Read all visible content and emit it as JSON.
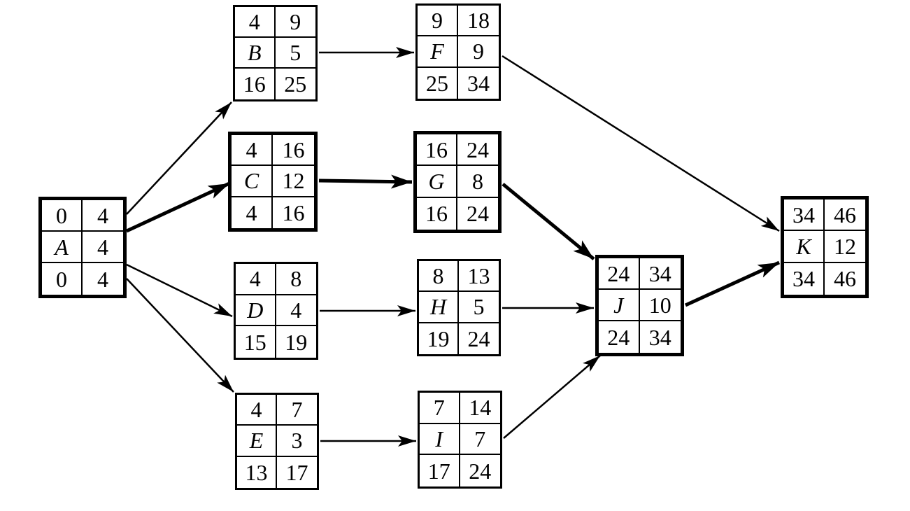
{
  "nodes": {
    "A": {
      "es": "0",
      "ef": "4",
      "name": "A",
      "dur": "4",
      "ls": "0",
      "lf": "4",
      "critical": true
    },
    "B": {
      "es": "4",
      "ef": "9",
      "name": "B",
      "dur": "5",
      "ls": "16",
      "lf": "25",
      "critical": false
    },
    "C": {
      "es": "4",
      "ef": "16",
      "name": "C",
      "dur": "12",
      "ls": "4",
      "lf": "16",
      "critical": true
    },
    "D": {
      "es": "4",
      "ef": "8",
      "name": "D",
      "dur": "4",
      "ls": "15",
      "lf": "19",
      "critical": false
    },
    "E": {
      "es": "4",
      "ef": "7",
      "name": "E",
      "dur": "3",
      "ls": "13",
      "lf": "17",
      "critical": false
    },
    "F": {
      "es": "9",
      "ef": "18",
      "name": "F",
      "dur": "9",
      "ls": "25",
      "lf": "34",
      "critical": false
    },
    "G": {
      "es": "16",
      "ef": "24",
      "name": "G",
      "dur": "8",
      "ls": "16",
      "lf": "24",
      "critical": true
    },
    "H": {
      "es": "8",
      "ef": "13",
      "name": "H",
      "dur": "5",
      "ls": "19",
      "lf": "24",
      "critical": false
    },
    "I": {
      "es": "7",
      "ef": "14",
      "name": "I",
      "dur": "7",
      "ls": "17",
      "lf": "24",
      "critical": false
    },
    "J": {
      "es": "24",
      "ef": "34",
      "name": "J",
      "dur": "10",
      "ls": "24",
      "lf": "34",
      "critical": true
    },
    "K": {
      "es": "34",
      "ef": "46",
      "name": "K",
      "dur": "12",
      "ls": "34",
      "lf": "46",
      "critical": true
    }
  },
  "edges": [
    {
      "from": "A",
      "to": "B",
      "critical": false
    },
    {
      "from": "A",
      "to": "C",
      "critical": true
    },
    {
      "from": "A",
      "to": "D",
      "critical": false
    },
    {
      "from": "A",
      "to": "E",
      "critical": false
    },
    {
      "from": "B",
      "to": "F",
      "critical": false
    },
    {
      "from": "C",
      "to": "G",
      "critical": true
    },
    {
      "from": "D",
      "to": "H",
      "critical": false
    },
    {
      "from": "E",
      "to": "I",
      "critical": false
    },
    {
      "from": "F",
      "to": "K",
      "critical": false
    },
    {
      "from": "G",
      "to": "J",
      "critical": true
    },
    {
      "from": "H",
      "to": "J",
      "critical": false
    },
    {
      "from": "I",
      "to": "J",
      "critical": false
    },
    {
      "from": "J",
      "to": "K",
      "critical": true
    }
  ]
}
